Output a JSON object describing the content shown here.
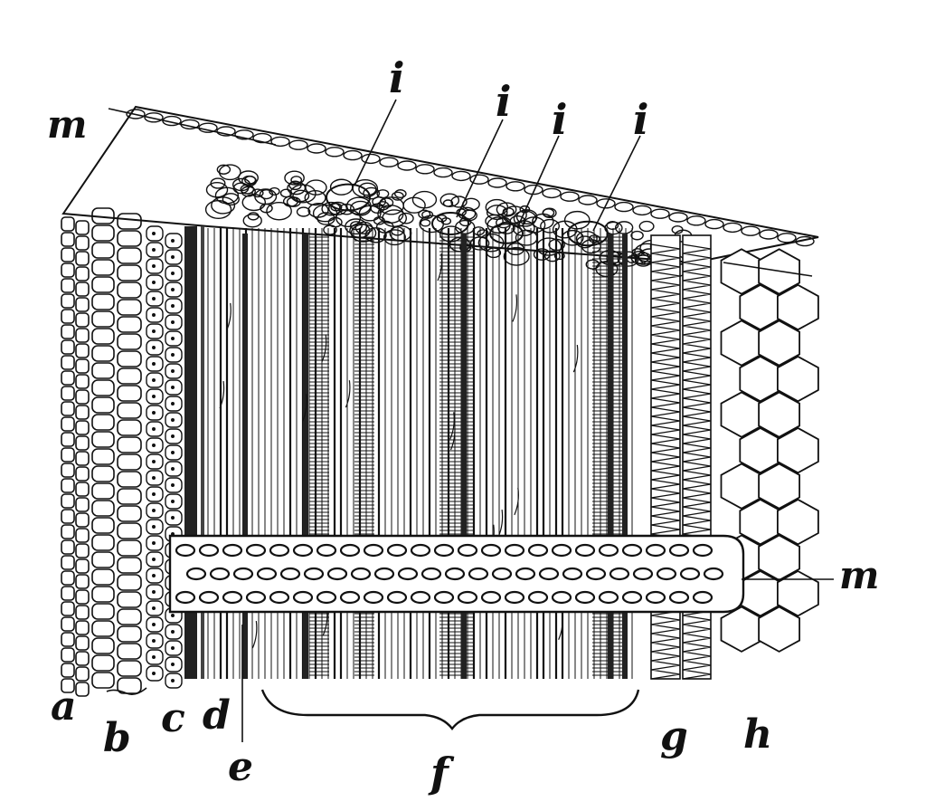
{
  "figure": {
    "labels": {
      "a": "a",
      "b": "b",
      "c": "c",
      "d": "d",
      "e": "e",
      "f": "f",
      "g": "g",
      "h": "h",
      "i1": "i",
      "i2": "i",
      "i3": "i",
      "i4": "i",
      "m_top": "m",
      "m_right": "m"
    },
    "colors": {
      "ink": "#111111",
      "paper": "#ffffff"
    }
  }
}
